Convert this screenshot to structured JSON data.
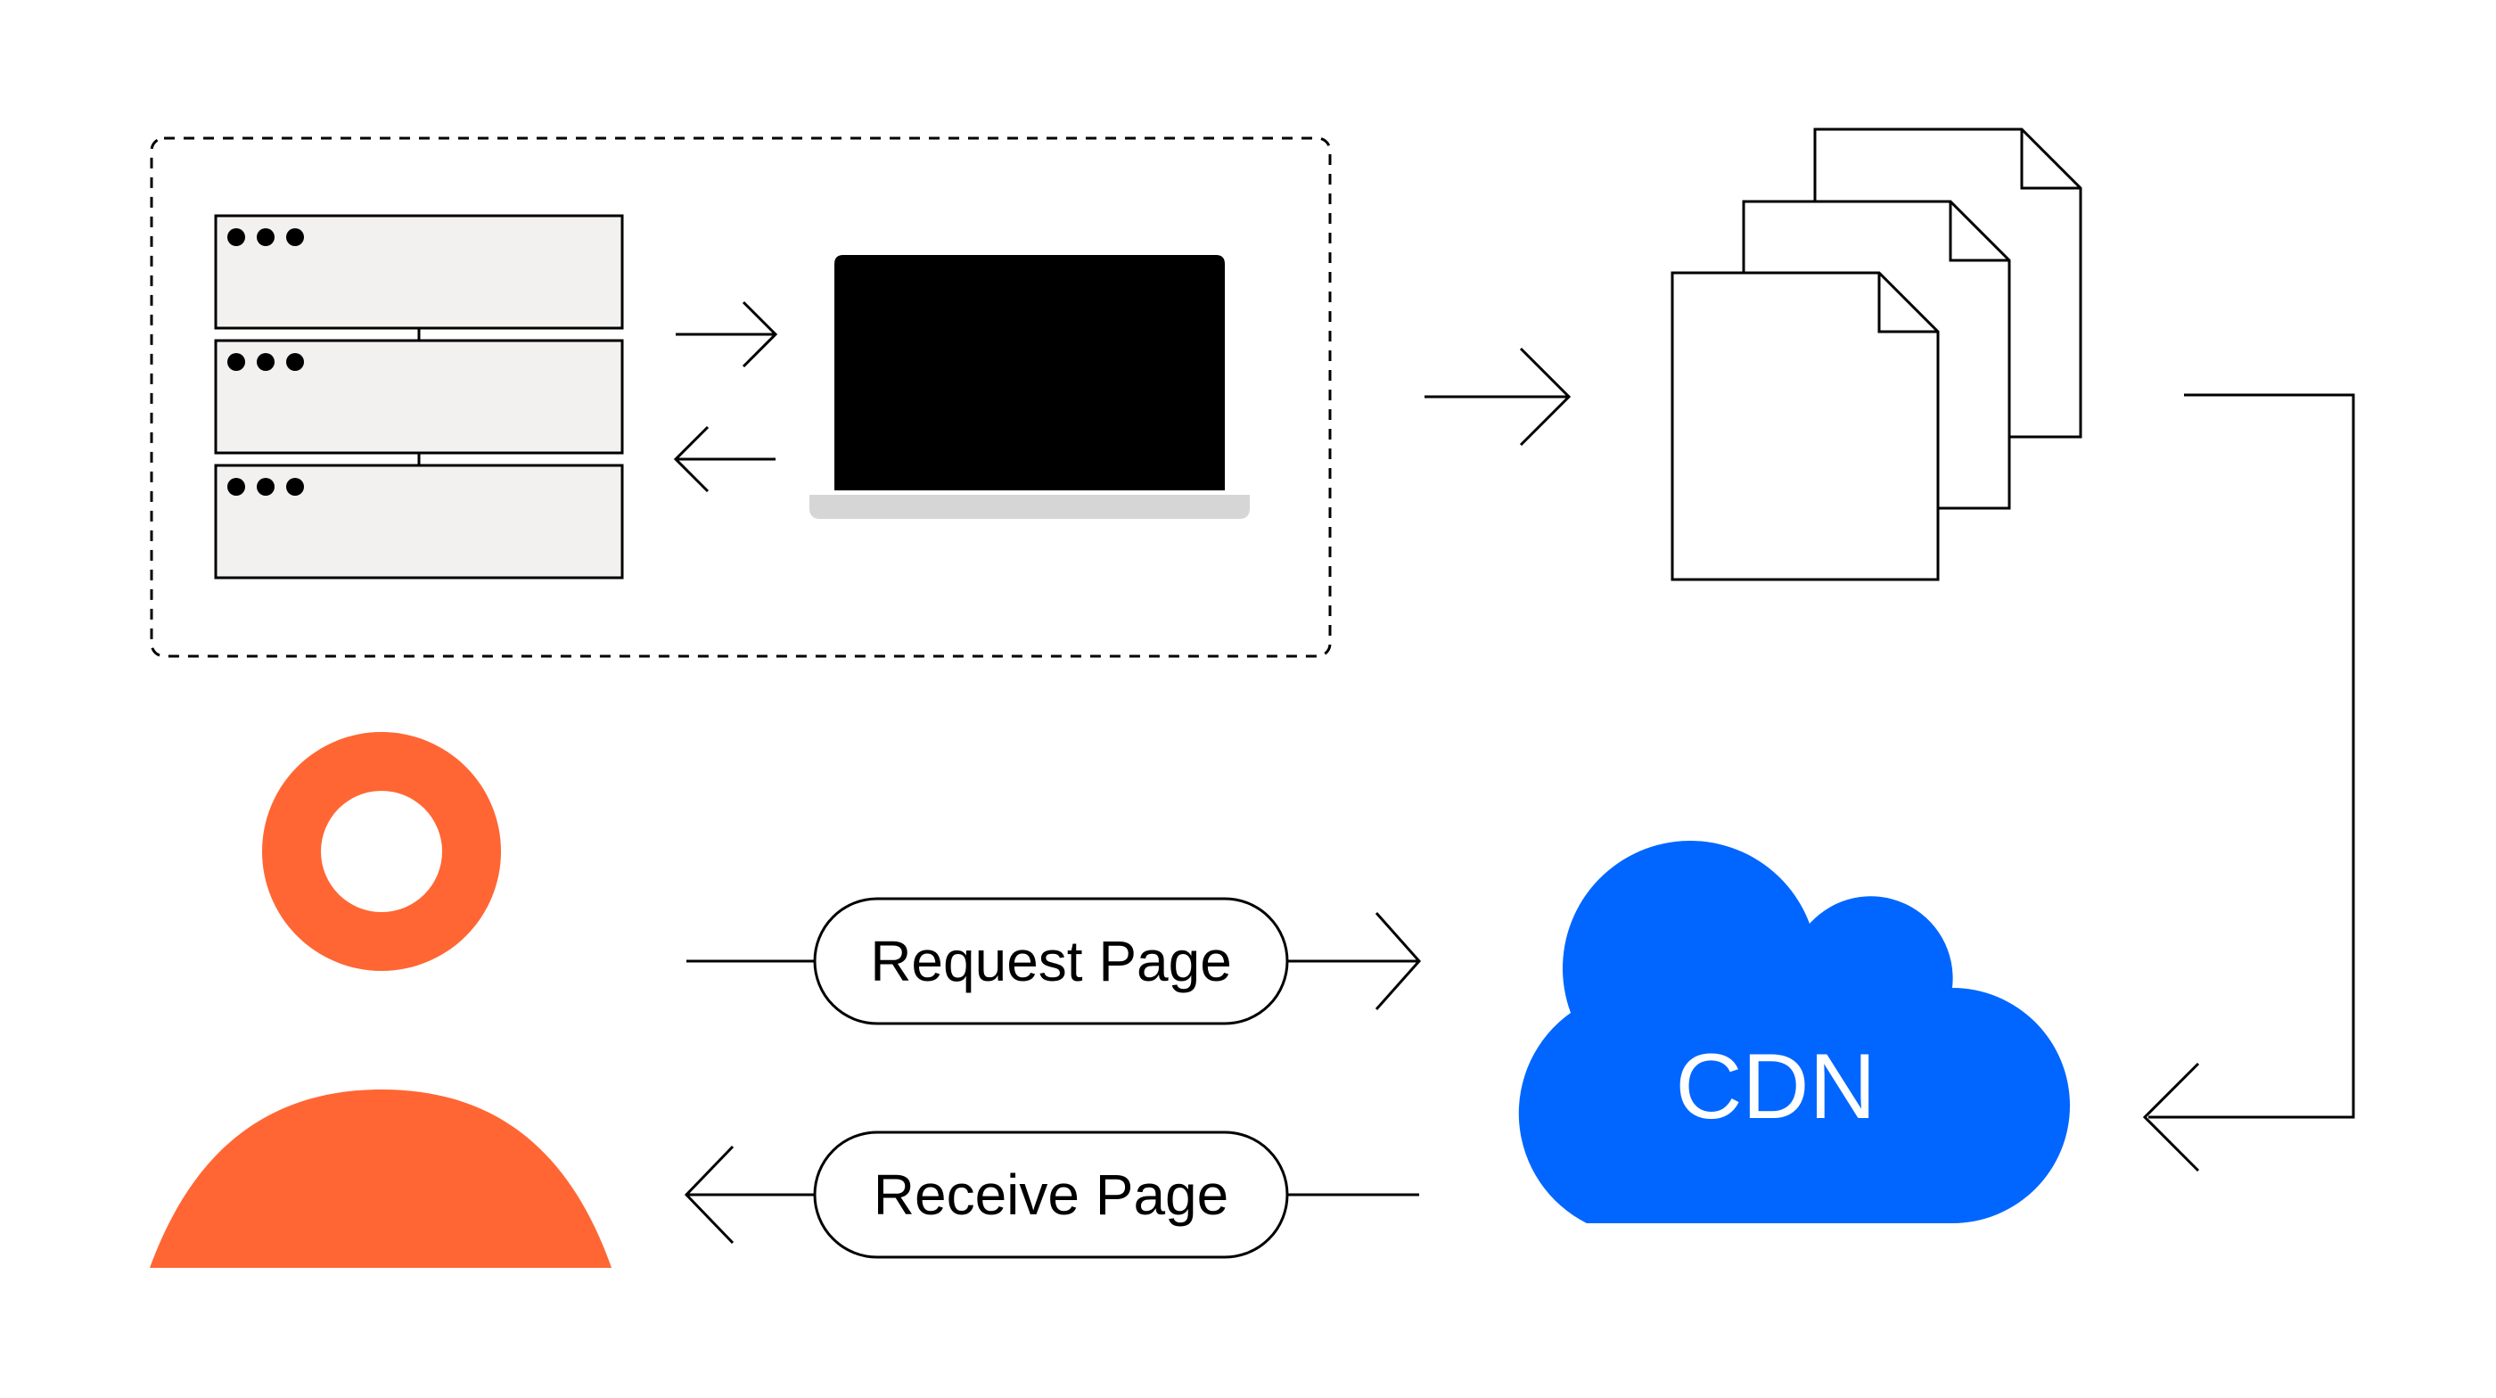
{
  "labels": {
    "request": "Request Page",
    "receive": "Receive Page",
    "cdn": "CDN"
  },
  "icons": {
    "server": "server-rack-icon",
    "laptop": "laptop-icon",
    "documents": "documents-stack-icon",
    "cloud": "cloud-icon",
    "user": "user-icon"
  },
  "colors": {
    "cloud": "#0066FF",
    "user": "#FF6633",
    "laptop_screen": "#000000",
    "laptop_base": "#D6D6D6",
    "server_fill": "#F3F1F0",
    "stroke": "#000000"
  }
}
